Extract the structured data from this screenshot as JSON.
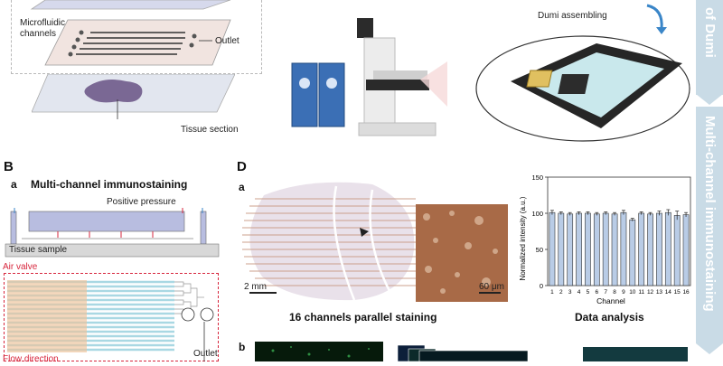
{
  "panelA": {
    "label_channels": "Microfluidic\nchannels",
    "label_outlet": "Outlet",
    "label_tissue": "Tissue section",
    "label_assembling": "Dumi assembling"
  },
  "panelB": {
    "letter": "B",
    "sub": "a",
    "title": "Multi-channel immunostaining",
    "pressure": "Positive pressure",
    "sample": "Tissue sample",
    "air_valve": "Air valve",
    "flow": "Flow direction",
    "outlet": "Outlet"
  },
  "panelD": {
    "letter": "D",
    "sub_a": "a",
    "sub_b": "b",
    "scale_large": "2 mm",
    "scale_small": "60 μm",
    "caption_left": "16 channels parallel staining",
    "caption_right": "Data analysis"
  },
  "side_tabs": {
    "top": "of Dumi",
    "bottom": "Multi-channel immunostaining"
  },
  "colors": {
    "chip": "#f1e4e0",
    "tissue": "#6f5a8a",
    "accent_red": "#d7263d",
    "bar": "#b9cce6",
    "side_tab": "#c9dbe6"
  },
  "chart_data": {
    "type": "bar",
    "categories": [
      "1",
      "2",
      "3",
      "4",
      "5",
      "6",
      "7",
      "8",
      "9",
      "10",
      "11",
      "12",
      "13",
      "14",
      "15",
      "16"
    ],
    "values": [
      101,
      100,
      99,
      100,
      100,
      99,
      100,
      99,
      101,
      91,
      100,
      99,
      100,
      101,
      97,
      98
    ],
    "errors": [
      3,
      2,
      2,
      2,
      2,
      2,
      2,
      2,
      3,
      2,
      2,
      2,
      3,
      4,
      6,
      3
    ],
    "xlabel": "Channel",
    "ylabel": "Normalized intensity (a.u.)",
    "ylim": [
      0,
      150
    ],
    "yticks": [
      0,
      50,
      100,
      150
    ]
  }
}
